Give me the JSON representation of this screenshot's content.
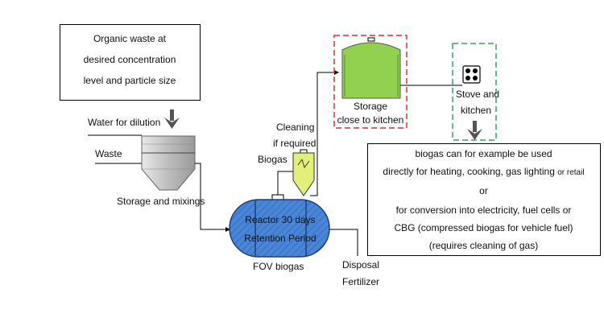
{
  "input_box": {
    "lines": [
      "Organic waste at",
      "desired concentration",
      "level and particle size"
    ]
  },
  "labels": {
    "water": "Water for dilution",
    "waste": "Waste",
    "storage_mixing": "Storage and mixings",
    "reactor_line1": "Reactor 30 days",
    "reactor_line2": "Retention Period",
    "fov": "FOV biogas",
    "disposal_line1": "Disposal",
    "disposal_line2": "Fertilizer",
    "cleaning_line1": "Cleaning",
    "cleaning_line2": "if required",
    "biogas": "Biogas",
    "storage_line1": "Storage",
    "storage_line2": "close to kitchen",
    "stove_line1": "Stove and",
    "stove_line2": "kitchen"
  },
  "output_box": {
    "line1": "biogas can for example be used",
    "line2_main": "directly for heating, cooking, gas lighting",
    "line2_small": "or retail",
    "line3": "or",
    "line4": "for conversion into electricity, fuel cells or",
    "line5": "CBG (compressed biogas for vehicle fuel)",
    "line6": "(requires cleaning of gas)"
  },
  "colors": {
    "reactor_fill": "#4a86d8",
    "storage_tank": "#92d050",
    "cleaner_fill": "#e2ef7a",
    "storage_border": "#e03030",
    "stove_border": "#3aa65a",
    "mixer_fill": "#c9c9c9",
    "arrow_fill": "#555555"
  }
}
